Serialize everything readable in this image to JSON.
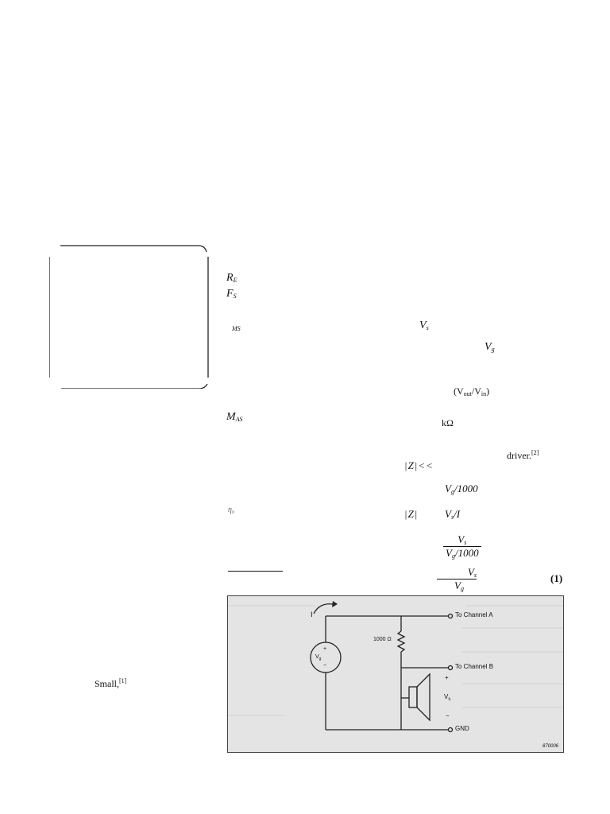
{
  "symbols": {
    "re": {
      "base": "R",
      "sub": "E"
    },
    "fs": {
      "base": "F",
      "sub": "S"
    },
    "ms_sub": "MS",
    "mas": {
      "base": "M",
      "sub": "AS"
    },
    "eta0": "η",
    "eta0_sub": "0"
  },
  "right_column": {
    "vs": {
      "base": "V",
      "sub": "s"
    },
    "vg": {
      "base": "V",
      "sub": "g"
    },
    "ratio": {
      "open": "(V",
      "out": "out",
      "slash": "/V",
      "in": "in",
      "close": ")"
    },
    "kohm": "kΩ",
    "driver_ref": {
      "text": "driver.",
      "ref": "[2]"
    },
    "z_ll": "|Z|<<",
    "vg_1000": {
      "base": "V",
      "sub": "g",
      "rest": "/1000"
    },
    "z_abs": "|Z|",
    "vs_over_i": {
      "base": "V",
      "sub": "s",
      "rest": "/I"
    },
    "frac1": {
      "num_base": "V",
      "num_sub": "s",
      "den_base": "V",
      "den_sub": "g",
      "den_rest": "/1000"
    },
    "frac2": {
      "num_base": "V",
      "num_sub": "s",
      "den_base": "V",
      "den_sub": "g"
    },
    "eq_number": "(1)"
  },
  "left_column": {
    "small_ref": {
      "text": "Small,",
      "ref": "[1]"
    }
  },
  "figure": {
    "current_label": "I",
    "resistor_label": "1000 Ω",
    "source_label": "V",
    "source_sub": "g",
    "plus": "+",
    "minus": "−",
    "vs_label": "V",
    "vs_sub": "s",
    "channel_a": "To Channel A",
    "channel_b": "To Channel B",
    "gnd": "GND",
    "fig_code": "870006"
  }
}
